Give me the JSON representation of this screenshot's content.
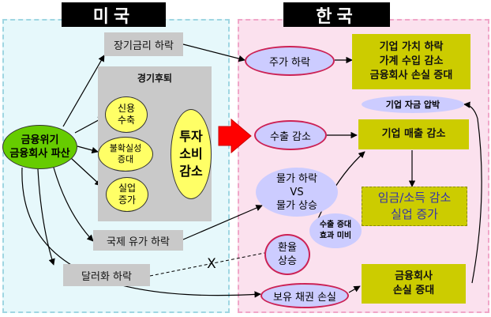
{
  "headers": {
    "us": "미국",
    "kr": "한국"
  },
  "us": {
    "long_rate_drop": "장기금리 하락",
    "recession_title": "경기후퇴",
    "credit_l1": "신용",
    "credit_l2": "수축",
    "uncert_l1": "불확실성",
    "uncert_l2": "증대",
    "unemp_l1": "실업",
    "unemp_l2": "증가",
    "invest_l1": "투자",
    "invest_l2": "소비",
    "invest_l3": "감소",
    "crisis_l1": "금융위기",
    "crisis_l2": "금융회사 파산",
    "oil_drop": "국제 유가 하락",
    "dollar_drop": "달러화 하락"
  },
  "kr": {
    "stock_drop": "주가 하락",
    "corp_value_drop": "기업 가치 하락",
    "household_income_drop": "가계 수입 감소",
    "fin_loss_increase": "금융회사 손실 증대",
    "corp_capital_pressure": "기업 자금 압박",
    "export_drop": "수출 감소",
    "corp_sales_drop": "기업 매출 감소",
    "price_l1": "물가 하락",
    "price_l2": "VS",
    "price_l3": "물가 상승",
    "export_note_l1": "수출 증대",
    "export_note_l2": "효과 미비",
    "fx_l1": "환율",
    "fx_l2": "상승",
    "wage_l1": "임금/소득 감소",
    "wage_l2": "실업 증가",
    "bond_loss": "보유 채권 손실",
    "fin_l1": "금융회사",
    "fin_l2": "손실 증대",
    "cross_mark": "X"
  },
  "colors": {
    "us_panel": "#e6f8fb",
    "kr_panel": "#fbe1ee",
    "gray_box": "#c9c9c9",
    "olive_box": "#cccc00",
    "lavender": "#ccccff",
    "yellow": "#ffff66",
    "green": "#66cc00",
    "big_arrow": "#ff0000"
  }
}
